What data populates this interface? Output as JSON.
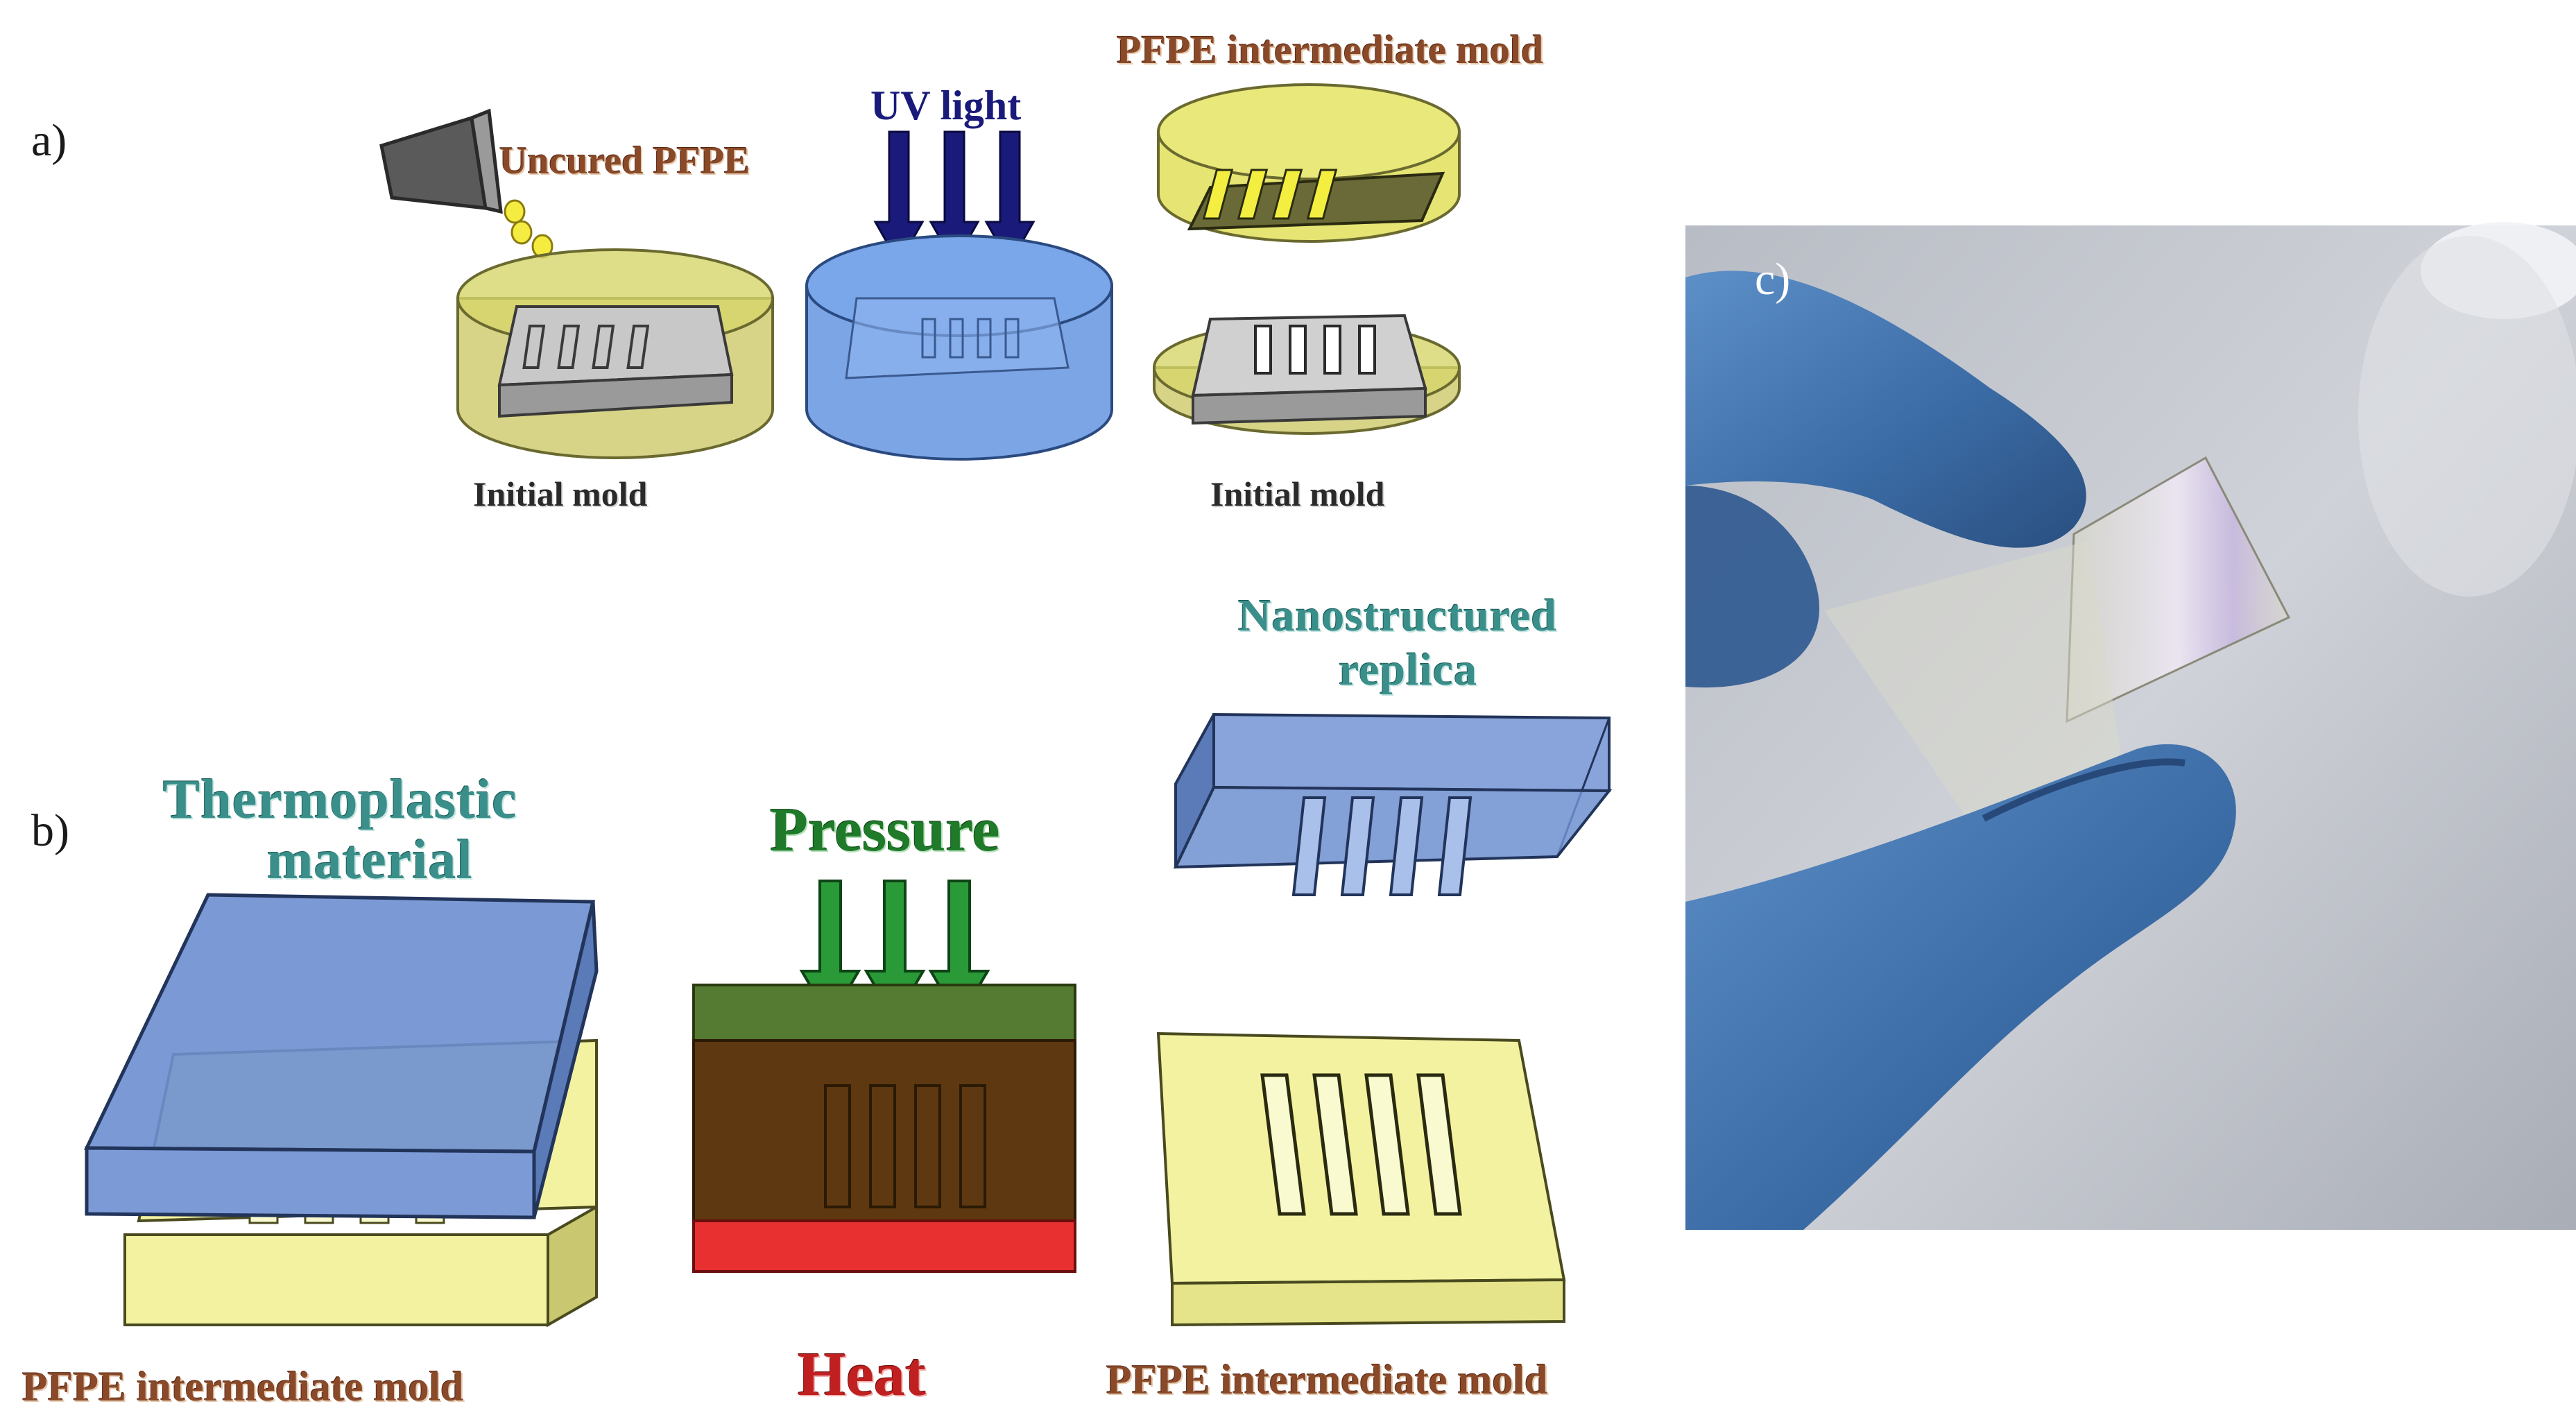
{
  "panels": {
    "a": "a)",
    "b": "b)",
    "c": "c)"
  },
  "labels": {
    "uncured": "Uncured PFPE",
    "uv": "UV light",
    "pfpe_mold_top": "PFPE intermediate mold",
    "initial_mold_1": "Initial mold",
    "initial_mold_2": "Initial mold",
    "nano_line1": "Nanostructured",
    "nano_line2": "replica",
    "thermo_line1": "Thermoplastic",
    "thermo_line2": "material",
    "pressure": "Pressure",
    "heat": "Heat",
    "pfpe_mold_bottom_left": "PFPE intermediate mold",
    "pfpe_mold_bottom_right": "PFPE intermediate mold"
  },
  "colors": {
    "uncured_pfpe_yellow": "#d9d84a",
    "uv_blue": "#5b8fe0",
    "arrow_navy": "#1a1a7a",
    "arrow_green": "#2a9a38",
    "thermoplastic_blue": "#6d8fd0",
    "pfpe_yellow": "#f3f2a0",
    "heat_red": "#e83030",
    "glove_blue": "#3e6fa8"
  },
  "icons": {
    "pour_cup": "pour-cup-icon",
    "arrows": "down-arrow-icon"
  }
}
